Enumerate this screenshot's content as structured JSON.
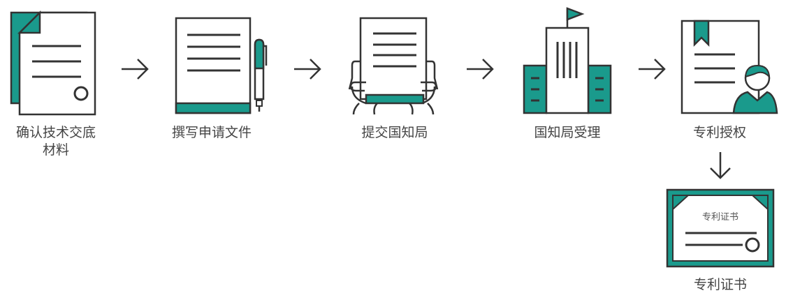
{
  "colors": {
    "accent": "#1a9a8c",
    "stroke": "#333333",
    "text": "#444444",
    "background": "#ffffff"
  },
  "steps": [
    {
      "id": "confirm",
      "label_line1": "确认技术交底",
      "label_line2": "材料",
      "icon": "documents-icon"
    },
    {
      "id": "write",
      "label_line1": "撰写申请文件",
      "icon": "document-pen-icon"
    },
    {
      "id": "submit",
      "label_line1": "提交国知局",
      "icon": "hands-holding-document-icon"
    },
    {
      "id": "accept",
      "label_line1": "国知局受理",
      "icon": "government-building-icon"
    },
    {
      "id": "grant",
      "label_line1": "专利授权",
      "icon": "certificate-person-icon"
    },
    {
      "id": "certificate",
      "label_line1": "专利证书",
      "certificate_title": "专利证书",
      "icon": "patent-certificate-icon"
    }
  ],
  "arrows": [
    {
      "from": "confirm",
      "to": "write",
      "direction": "right"
    },
    {
      "from": "write",
      "to": "submit",
      "direction": "right"
    },
    {
      "from": "submit",
      "to": "accept",
      "direction": "right"
    },
    {
      "from": "accept",
      "to": "grant",
      "direction": "right"
    },
    {
      "from": "grant",
      "to": "certificate",
      "direction": "down"
    }
  ]
}
